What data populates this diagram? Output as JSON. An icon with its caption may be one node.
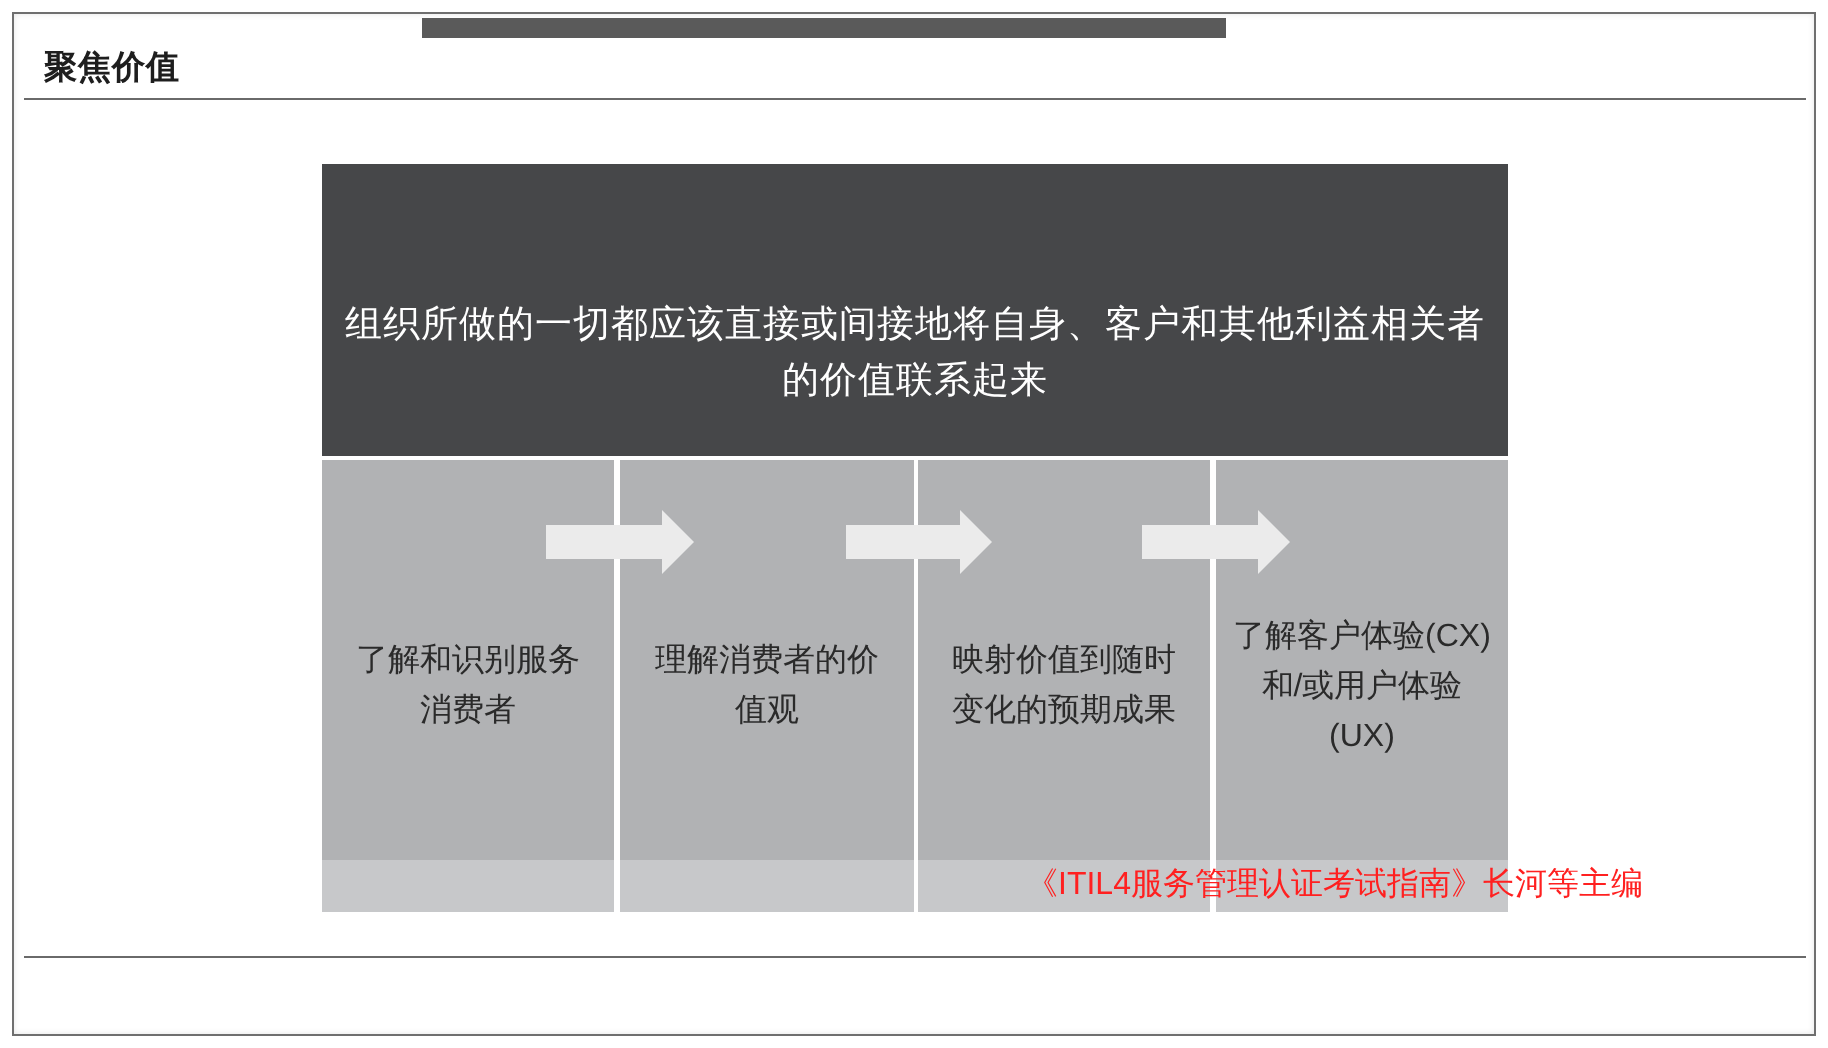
{
  "diagram": {
    "title": "聚焦价值",
    "nodes": [
      {
        "text": [
          "组织所做的一切都应该直接或间接地将自身、客户和其他利益相关者的价值联系起来"
        ]
      },
      {
        "text": [
          "了解和识别服务消费者"
        ]
      },
      {
        "text": [
          "理解消费者的价值观"
        ]
      },
      {
        "text": [
          "映射价值到随时变化的预期成果"
        ]
      },
      {
        "text": [
          "了解客户体验(CX)和/或用户体验(UX)"
        ]
      }
    ],
    "edges": [
      {
        "from": 1,
        "to": 2,
        "arrow": "to"
      },
      {
        "from": 2,
        "to": 3,
        "arrow": "to"
      },
      {
        "from": 3,
        "to": 4,
        "arrow": "to"
      }
    ],
    "labels": [
      "《ITIL4服务管理认证考试指南》长河等主编"
    ]
  }
}
